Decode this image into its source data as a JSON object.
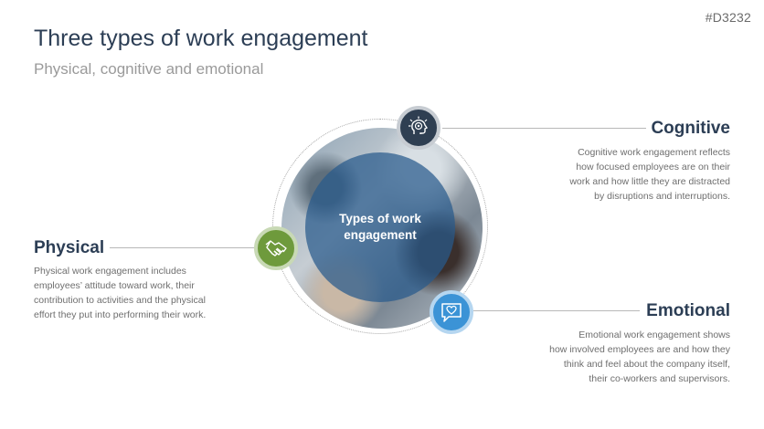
{
  "slide_id": "#D3232",
  "title": "Three types of work engagement",
  "subtitle": "Physical, cognitive and emotional",
  "center_label": "Types of work engagement",
  "colors": {
    "cognitive": "#2f3f52",
    "physical": "#6e9a3c",
    "emotional": "#3b93d6",
    "heading": "#2c3e55"
  },
  "items": {
    "cognitive": {
      "heading": "Cognitive",
      "icon": "brain-head-icon",
      "lines": [
        "Cognitive work engagement reflects",
        "how focused employees are on their",
        "work and how little they are distracted",
        "by disruptions and interruptions."
      ]
    },
    "physical": {
      "heading": "Physical",
      "icon": "handshake-icon",
      "lines": [
        "Physical work engagement includes",
        "employees’ attitude toward work, their",
        "contribution to activities and the physical",
        "effort they put into performing their work."
      ]
    },
    "emotional": {
      "heading": "Emotional",
      "icon": "heart-chat-icon",
      "lines": [
        "Emotional work engagement shows",
        "how involved employees are and how they",
        "think and feel about the company itself,",
        "their co-workers and supervisors."
      ]
    }
  }
}
